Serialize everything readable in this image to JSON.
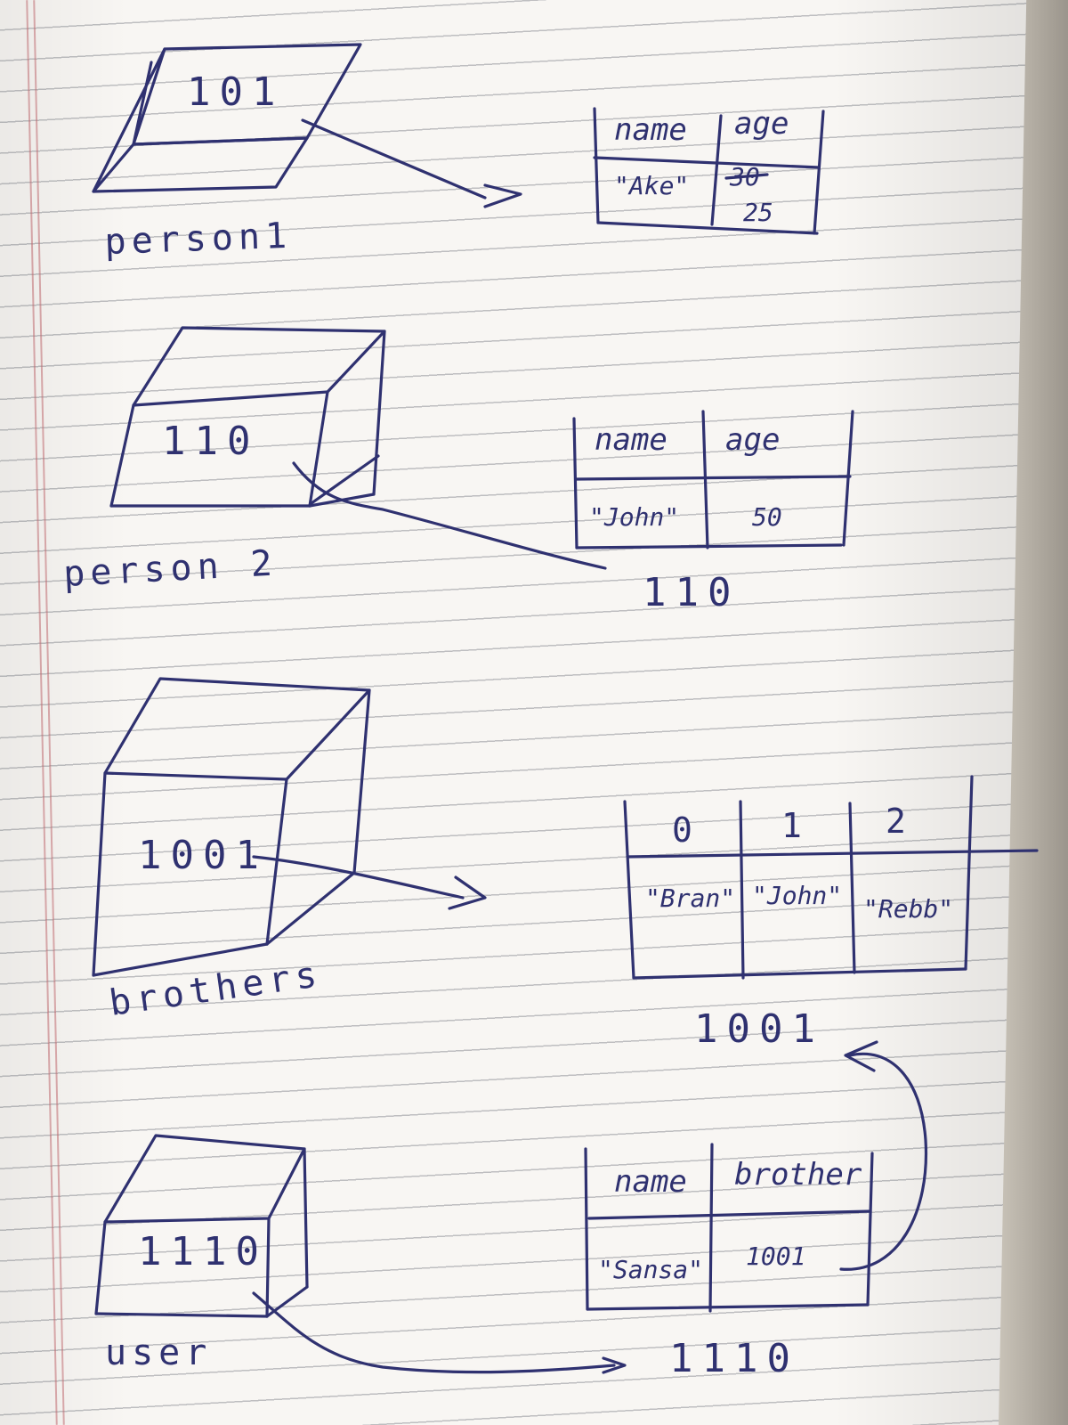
{
  "blocks": [
    {
      "variable": "person1",
      "address": "101",
      "table": {
        "headers": [
          "name",
          "age"
        ],
        "values": [
          "\"Ake\"",
          "30",
          "25"
        ]
      }
    },
    {
      "variable": "person 2",
      "address": "110",
      "table_address": "110",
      "table": {
        "headers": [
          "name",
          "age"
        ],
        "values": [
          "\"John\"",
          "50"
        ]
      }
    },
    {
      "variable": "brothers",
      "address": "1001",
      "array_address": "1001",
      "array": {
        "indexes": [
          "0",
          "1",
          "2"
        ],
        "values": [
          "\"Bran\"",
          "\"John\"",
          "\"Rebb\""
        ]
      }
    },
    {
      "variable": "user",
      "address": "1110",
      "table_address": "1110",
      "table": {
        "headers": [
          "name",
          "brother"
        ],
        "values": [
          "\"Sansa\"",
          "1001"
        ]
      }
    }
  ],
  "colors": {
    "ink": "#2f3170",
    "paper": "#f8f6f3",
    "rule": "#5f646e",
    "margin": "#c46e73"
  }
}
